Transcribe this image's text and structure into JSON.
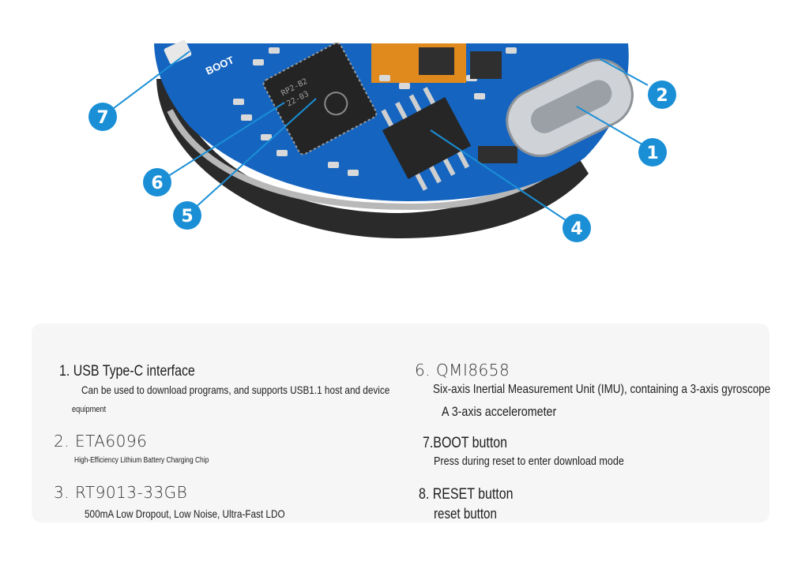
{
  "figure": {
    "board_label": "BOOT",
    "chip_marking_line1": "RP2-B2",
    "chip_marking_line2": "22-03",
    "callouts": [
      "1",
      "2",
      "4",
      "5",
      "6",
      "7"
    ],
    "colors": {
      "pcb": "#1565c0",
      "callout": "#1a8fd6",
      "battery": "#2a2a2a"
    }
  },
  "items": {
    "i1": {
      "title": "1. USB Type-C interface",
      "desc1": "Can be used to download programs, and supports USB1.1 host and device",
      "desc2": "equipment"
    },
    "i2": {
      "title": "2. ETA6096",
      "desc1": "High-Efficiency Lithium Battery Charging Chip"
    },
    "i3": {
      "title": "3. RT9013-33GB",
      "desc1": "500mA Low Dropout, Low Noise, Ultra-Fast LDO"
    },
    "i6": {
      "title": "6. QMI8658",
      "desc1": "Six-axis Inertial Measurement Unit (IMU), containing a 3-axis gyroscope",
      "desc2": "A 3-axis accelerometer"
    },
    "i7": {
      "title": "7.BOOT button",
      "desc1": "Press during reset to enter download mode"
    },
    "i8": {
      "title": "8. RESET button",
      "desc1": "reset button"
    }
  }
}
